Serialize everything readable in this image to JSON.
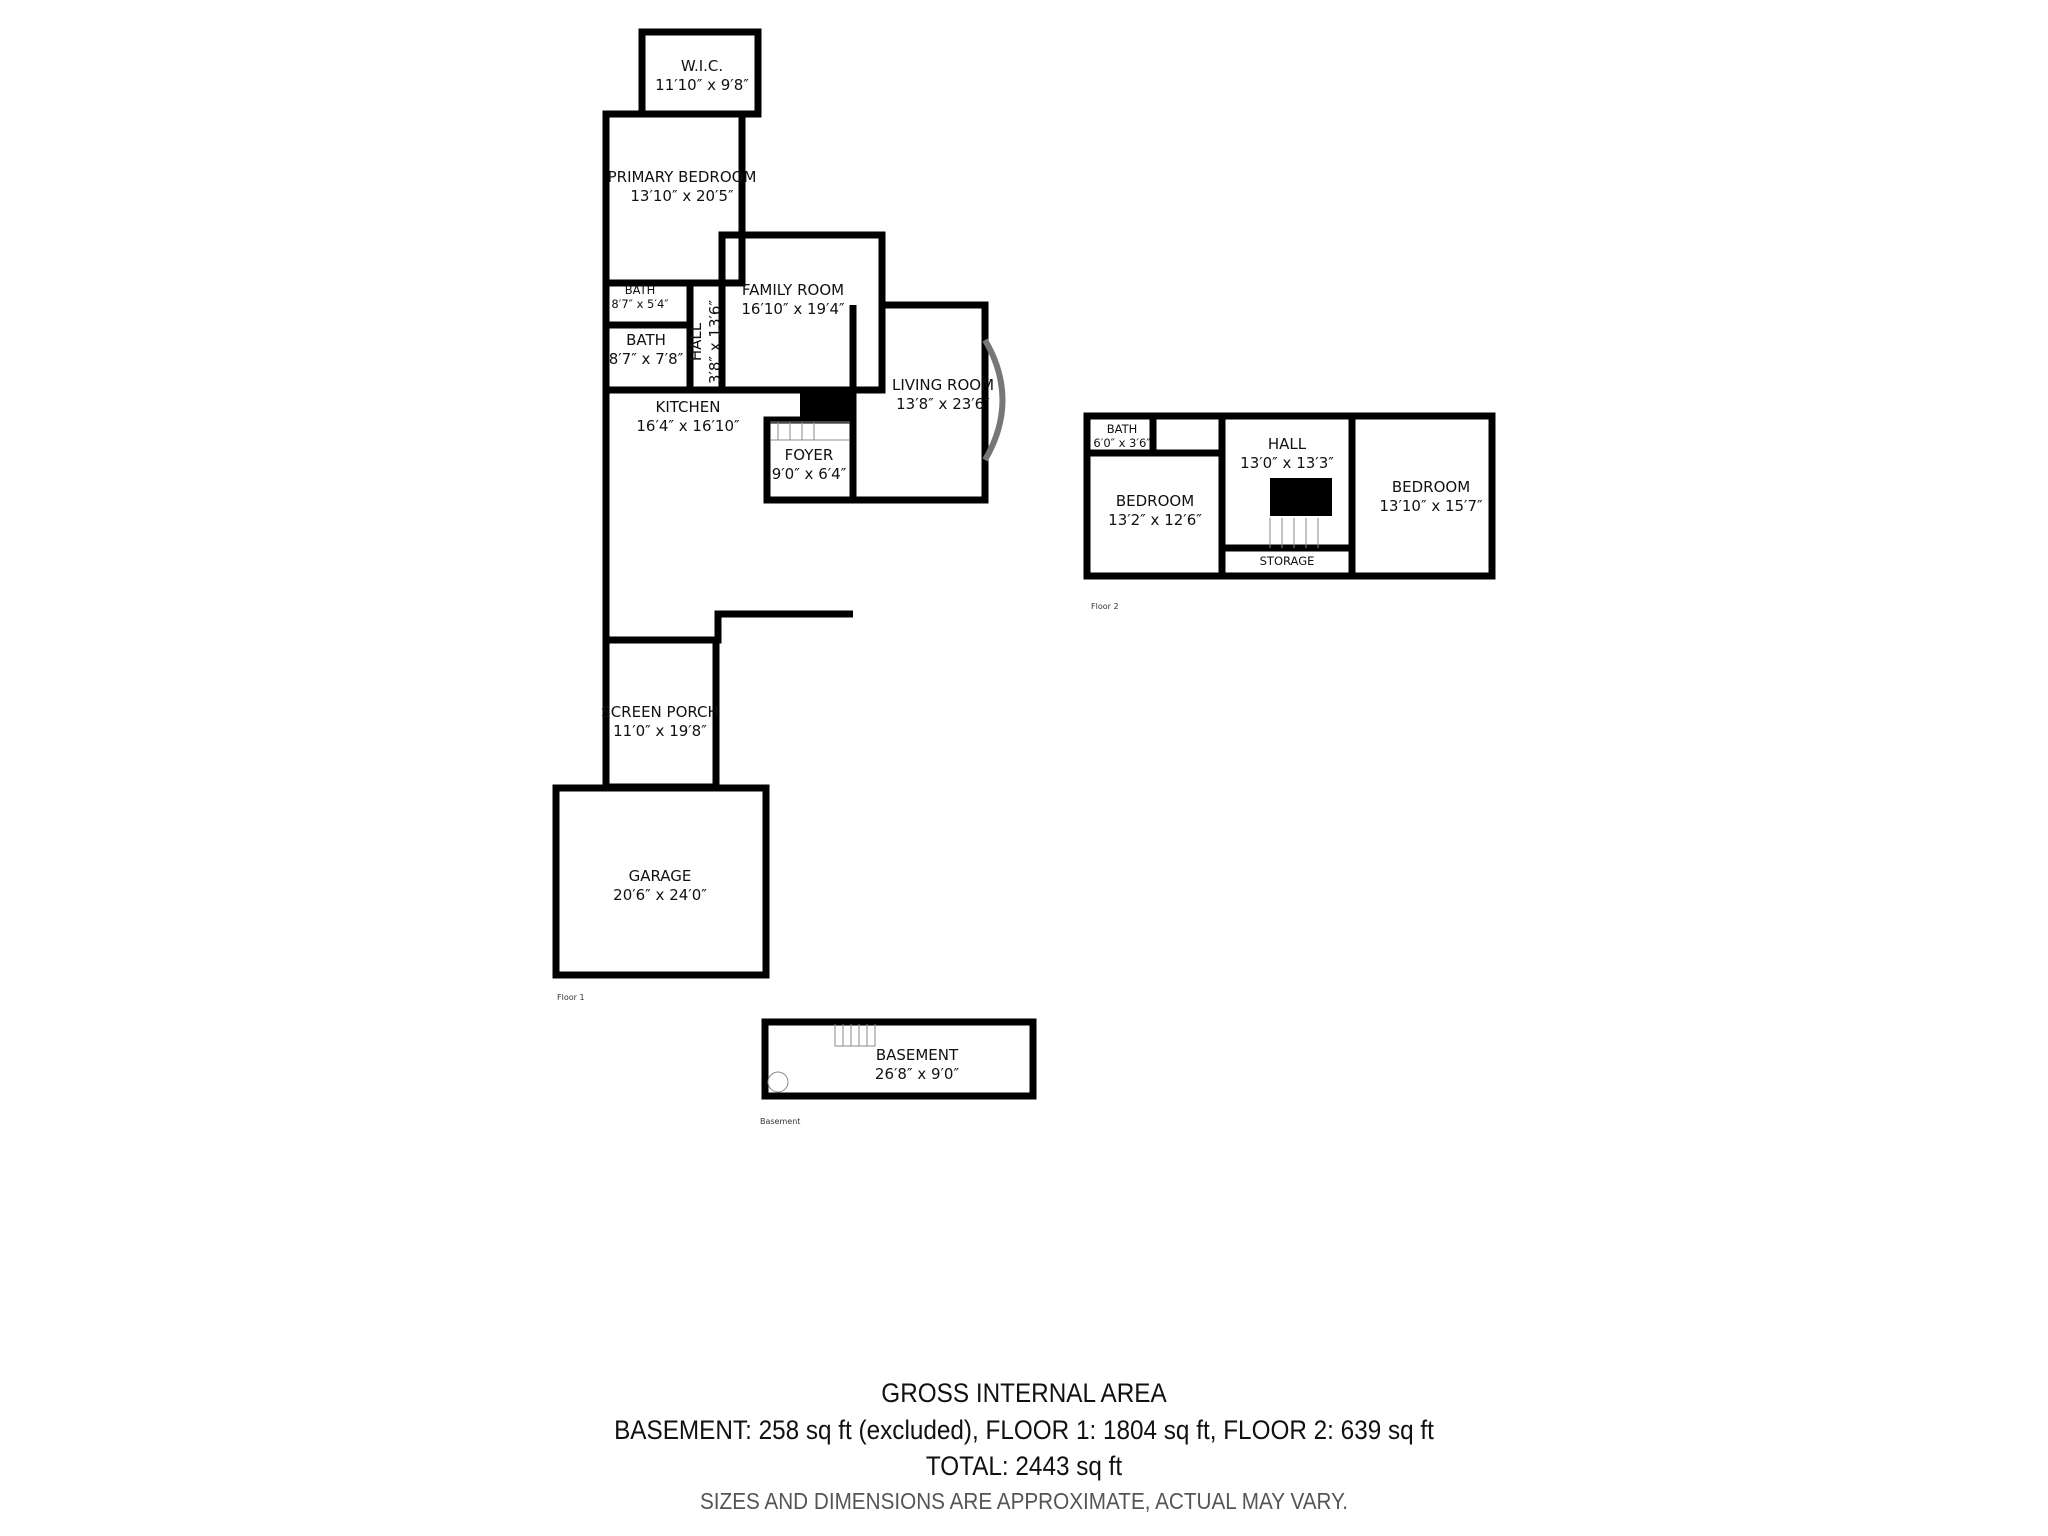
{
  "floor1": {
    "label": "Floor 1",
    "rooms": [
      {
        "name": "W.I.C.",
        "dims": "11′10″ x 9′8″"
      },
      {
        "name": "PRIMARY BEDROOM",
        "dims": "13′10″ x 20′5″"
      },
      {
        "name": "BATH",
        "dims": "8′7″ x 5′4″"
      },
      {
        "name": "BATH",
        "dims": "8′7″ x 7′8″"
      },
      {
        "name": "HALL",
        "dims": "3′8″ x 13′6″"
      },
      {
        "name": "FAMILY ROOM",
        "dims": "16′10″ x 19′4″"
      },
      {
        "name": "LIVING ROOM",
        "dims": "13′8″ x 23′6″"
      },
      {
        "name": "KITCHEN",
        "dims": "16′4″ x 16′10″"
      },
      {
        "name": "FOYER",
        "dims": "9′0″ x 6′4″"
      },
      {
        "name": "SCREEN PORCH",
        "dims": "11′0″ x 19′8″"
      },
      {
        "name": "GARAGE",
        "dims": "20′6″ x 24′0″"
      }
    ]
  },
  "floor2": {
    "label": "Floor 2",
    "rooms": [
      {
        "name": "BATH",
        "dims": "6′0″ x 3′6″"
      },
      {
        "name": "BEDROOM",
        "dims": "13′2″ x 12′6″"
      },
      {
        "name": "HALL",
        "dims": "13′0″ x 13′3″"
      },
      {
        "name": "BEDROOM",
        "dims": "13′10″ x 15′7″"
      },
      {
        "name": "STORAGE",
        "dims": ""
      }
    ]
  },
  "basement": {
    "label": "Basement",
    "rooms": [
      {
        "name": "BASEMENT",
        "dims": "26′8″ x 9′0″"
      }
    ]
  },
  "summary": {
    "title": "GROSS INTERNAL AREA",
    "breakdown": "BASEMENT: 258 sq ft (excluded), FLOOR 1: 1804 sq ft, FLOOR 2: 639 sq ft",
    "total": "TOTAL: 2443 sq ft",
    "disclaimer": "SIZES AND DIMENSIONS ARE APPROXIMATE, ACTUAL MAY VARY."
  }
}
